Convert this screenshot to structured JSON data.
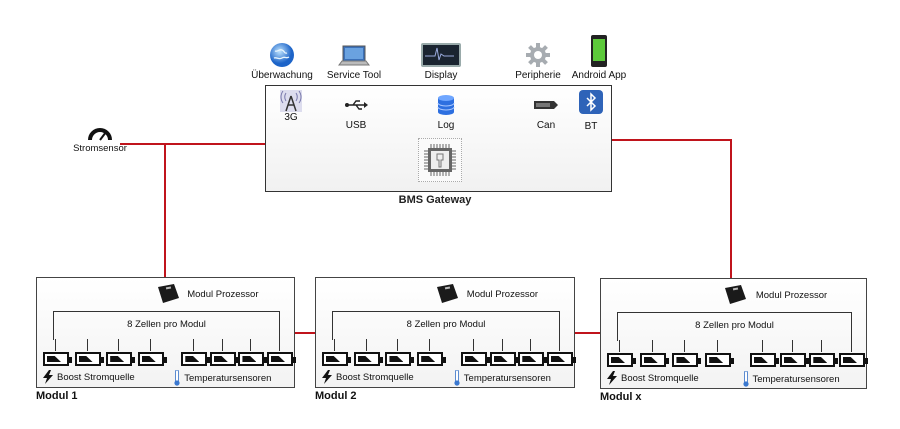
{
  "title": "BMS Gateway",
  "top_items": [
    {
      "label": "Überwachung",
      "icon": "globe-icon"
    },
    {
      "label": "Service Tool",
      "icon": "laptop-icon"
    },
    {
      "label": "Display",
      "icon": "monitor-icon"
    },
    {
      "label": "Peripherie",
      "icon": "gear-icon"
    },
    {
      "label": "Android App",
      "icon": "smartphone-icon"
    }
  ],
  "gateway": {
    "label": "BMS Gateway",
    "items": [
      {
        "label": "3G",
        "icon": "antenna-icon"
      },
      {
        "label": "USB",
        "icon": "usb-icon"
      },
      {
        "label": "Log",
        "icon": "database-icon"
      },
      {
        "label": "Can",
        "icon": "can-connector-icon"
      },
      {
        "label": "BT",
        "icon": "bluetooth-icon"
      }
    ],
    "center_icon": "processor-chip-icon"
  },
  "sensor": {
    "label": "Stromsensor",
    "icon": "gauge-icon"
  },
  "modules": [
    {
      "name": "Modul 1",
      "processor": "Modul Prozessor",
      "cells_label": "8 Zellen pro Modul",
      "cells": 8,
      "boost": "Boost Stromquelle",
      "temp": "Temperatursensoren"
    },
    {
      "name": "Modul 2",
      "processor": "Modul Prozessor",
      "cells_label": "8 Zellen pro Modul",
      "cells": 8,
      "boost": "Boost Stromquelle",
      "temp": "Temperatursensoren"
    },
    {
      "name": "Modul x",
      "processor": "Modul Prozessor",
      "cells_label": "8 Zellen pro Modul",
      "cells": 8,
      "boost": "Boost Stromquelle",
      "temp": "Temperatursensoren"
    }
  ],
  "colors": {
    "connection": "#c0141c"
  }
}
